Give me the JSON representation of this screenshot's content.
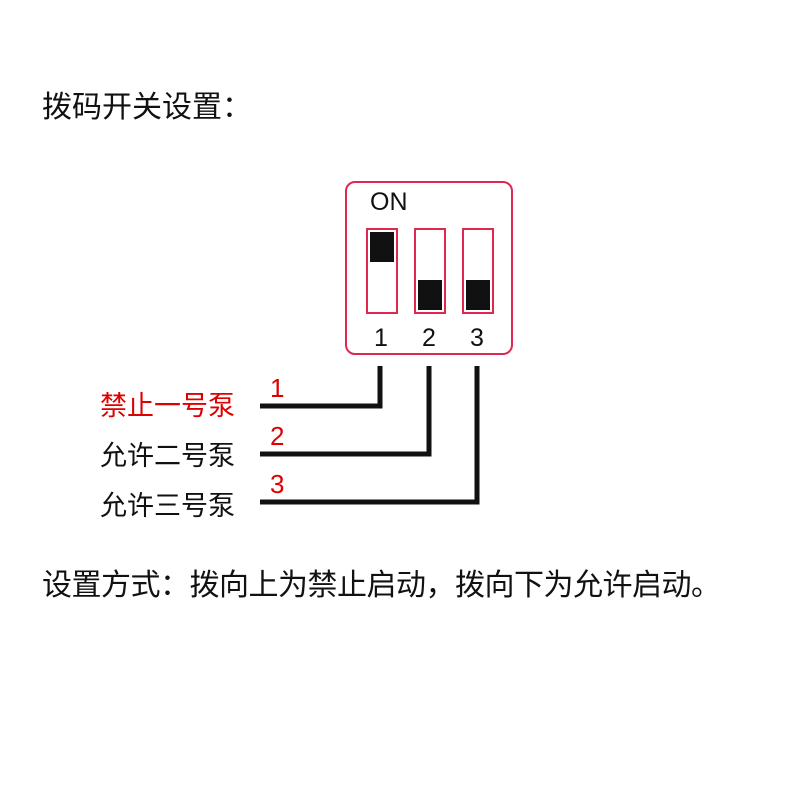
{
  "title": "拨码开关设置：",
  "switch": {
    "on_label": "ON",
    "numbers": [
      "1",
      "2",
      "3"
    ],
    "positions": [
      "up",
      "down",
      "down"
    ]
  },
  "wires": [
    {
      "label": "禁止一号泵",
      "number": "1",
      "color": "#e00000"
    },
    {
      "label": "允许二号泵",
      "number": "2",
      "color": "#111111"
    },
    {
      "label": "允许三号泵",
      "number": "3",
      "color": "#111111"
    }
  ],
  "footer": "设置方式：拨向上为禁止启动，拨向下为允许启动。",
  "colors": {
    "switch_outline": "#e0284f",
    "highlight": "#e00000",
    "wire": "#111111"
  }
}
